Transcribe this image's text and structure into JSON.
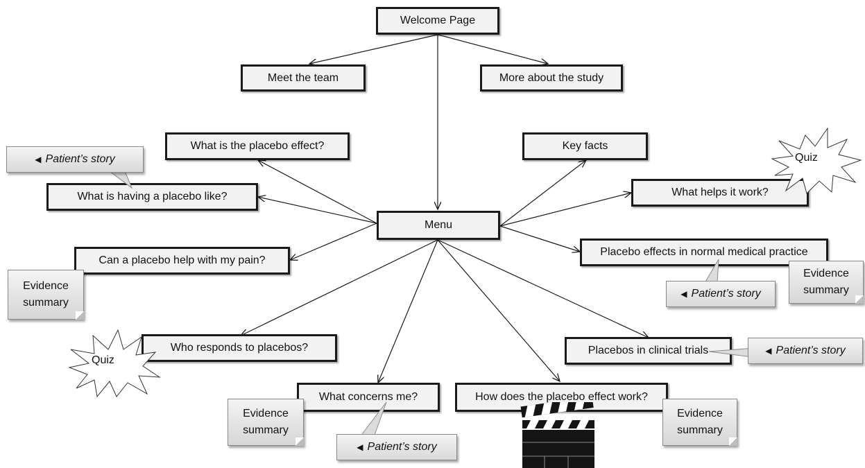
{
  "diagram": {
    "nodes": {
      "welcome": "Welcome Page",
      "team": "Meet the team",
      "study": "More about the study",
      "placebo_effect": "What is the placebo effect?",
      "key_facts": "Key facts",
      "having_placebo": "What is having a placebo like?",
      "helps_work": "What helps it work?",
      "menu": "Menu",
      "pain": "Can a placebo help with my pain?",
      "normal_practice": "Placebo effects in normal medical practice",
      "responds": "Who responds to placebos?",
      "clinical_trials": "Placebos in clinical trials",
      "concerns": "What concerns me?",
      "how_work": "How does the placebo effect work?"
    },
    "patient_story": "Patient’s story",
    "evidence_summary": "Evidence\nsummary",
    "quiz": "Quiz",
    "speaker_icon": "speaker-icon",
    "clapperboard_icon": "clapperboard-icon",
    "colors": {
      "node_fill": "#f2f2f2",
      "node_border": "#1a1a1a",
      "callout_fill": "#e6e6e6",
      "arrow": "#1a1a1a"
    }
  }
}
